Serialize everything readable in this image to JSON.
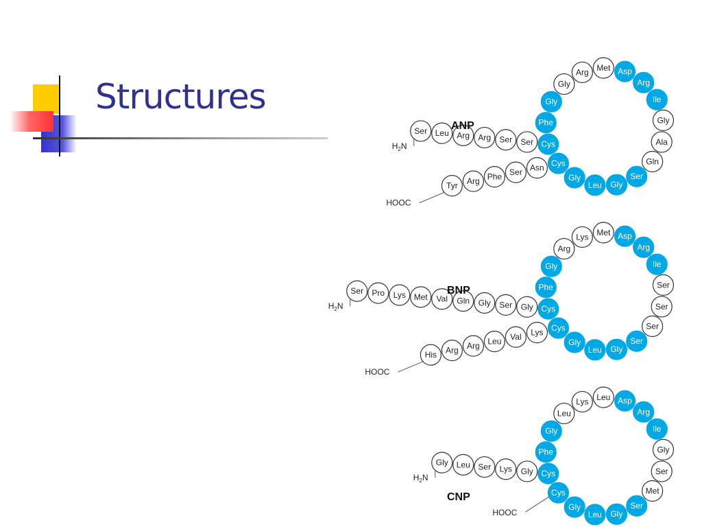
{
  "slide": {
    "title": "Structures"
  },
  "colors": {
    "title": "#2e3192",
    "ring_residue": "#00a9e5",
    "ring_text": "#ffffff",
    "chain_residue_fill": "#ffffff",
    "chain_residue_stroke": "#333333",
    "deco_yellow": "#ffcc00",
    "deco_red": "#ff3333",
    "deco_blue": "#3333cc"
  },
  "peptides": [
    {
      "name": "ANP",
      "n_term": "H2N",
      "c_term": "HOOC",
      "n_chain": [
        "Ser",
        "Leu",
        "Arg",
        "Arg",
        "Ser",
        "Ser"
      ],
      "ring_colored": [
        "Cys",
        "Phe",
        "Gly"
      ],
      "ring_white": [
        "Gly",
        "Arg",
        "Met"
      ],
      "ring_colored_right": [
        "Asp",
        "Arg",
        "Ile"
      ],
      "ring_white_right": [
        "Gly",
        "Ala",
        "Gln"
      ],
      "ring_colored_bottom": [
        "Ser",
        "Gly",
        "Leu",
        "Gly",
        "Cys"
      ],
      "c_chain": [
        "Asn",
        "Ser",
        "Phe",
        "Arg",
        "Tyr"
      ]
    },
    {
      "name": "BNP",
      "n_term": "H2N",
      "c_term": "HOOC",
      "n_chain": [
        "Ser",
        "Pro",
        "Lys",
        "Met",
        "Val",
        "Gln",
        "Gly",
        "Ser",
        "Gly"
      ],
      "ring_colored": [
        "Cys",
        "Phe",
        "Gly"
      ],
      "ring_white": [
        "Arg",
        "Lys",
        "Met"
      ],
      "ring_colored_right": [
        "Asp",
        "Arg",
        "Ile"
      ],
      "ring_white_right": [
        "Ser",
        "Ser",
        "Ser"
      ],
      "ring_colored_bottom": [
        "Ser",
        "Gly",
        "Leu",
        "Gly",
        "Cys"
      ],
      "c_chain": [
        "Lys",
        "Val",
        "Leu",
        "Arg",
        "Arg",
        "His"
      ]
    },
    {
      "name": "CNP",
      "n_term": "H2N",
      "c_term": "HOOC",
      "n_chain": [
        "Gly",
        "Leu",
        "Ser",
        "Lys",
        "Gly"
      ],
      "ring_colored": [
        "Cys",
        "Phe",
        "Gly"
      ],
      "ring_white": [
        "Leu",
        "Lys",
        "Leu"
      ],
      "ring_colored_right": [
        "Asp",
        "Arg",
        "Ile"
      ],
      "ring_white_right": [
        "Gly",
        "Ser",
        "Met"
      ],
      "ring_colored_bottom": [
        "Ser",
        "Gly",
        "Leu",
        "Gly",
        "Cys"
      ],
      "c_chain": []
    }
  ]
}
